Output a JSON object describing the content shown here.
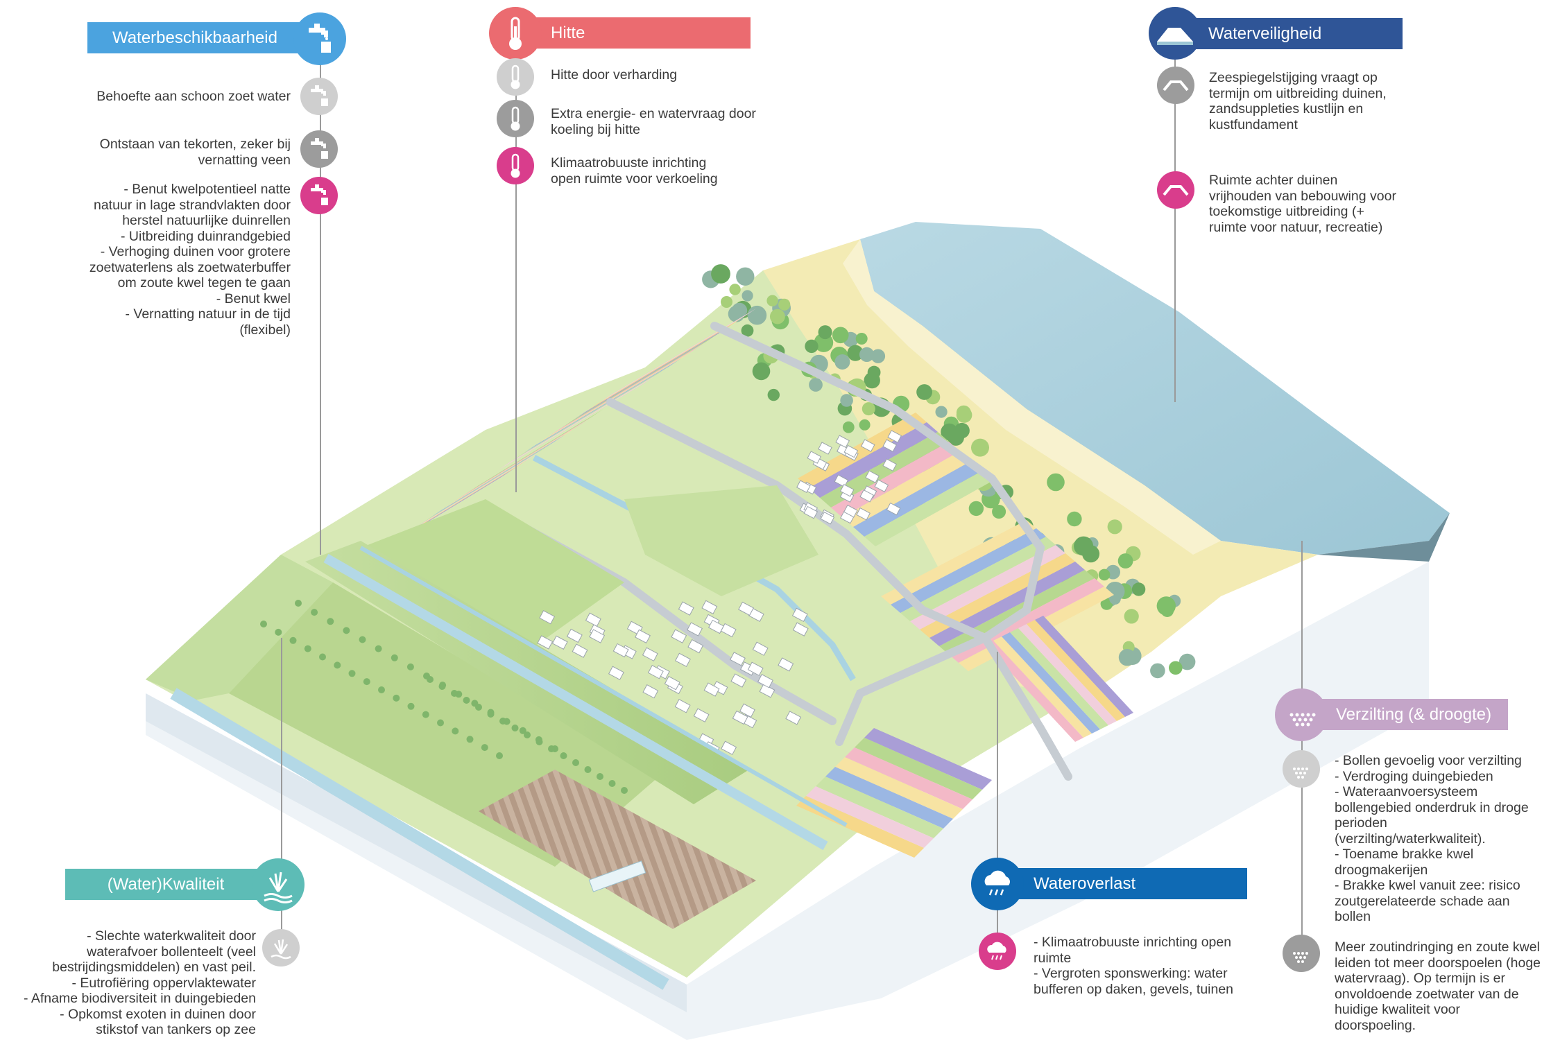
{
  "colors": {
    "waterbeschikbaarheid": "#4ba3df",
    "hitte": "#eb6b70",
    "waterveiligheid": "#2f5597",
    "kwaliteit": "#5dbcb6",
    "verzilting": "#c4a5c8",
    "wateroverlast": "#0f6ab4",
    "grey_light": "#cfcfcf",
    "grey_dark": "#9c9c9c",
    "magenta": "#d93d8c",
    "sea": "#a9cfdc",
    "dune": "#f3ebb4",
    "grass": "#c9df9f"
  },
  "waterbeschikbaarheid": {
    "title": "Waterbeschikbaarheid",
    "icon": "tap-icon",
    "items": [
      {
        "icon_color": "grey_light",
        "text": [
          "Behoefte aan schoon zoet water"
        ]
      },
      {
        "icon_color": "grey_dark",
        "text": [
          "Ontstaan van tekorten, zeker bij",
          "vernatting veen"
        ]
      },
      {
        "icon_color": "magenta",
        "text": [
          "- Benut kwelpotentieel natte",
          "natuur in lage strandvlakten door",
          "herstel natuurlijke duinrellen",
          "- Uitbreiding duinrandgebied",
          "- Verhoging duinen voor grotere",
          "zoetwaterlens als zoetwaterbuffer",
          "om zoute kwel tegen te gaan",
          "- Benut kwel",
          "- Vernatting natuur in de tijd",
          "(flexibel)"
        ]
      }
    ]
  },
  "hitte": {
    "title": "Hitte",
    "icon": "thermometer-icon",
    "items": [
      {
        "icon_color": "grey_light",
        "text": [
          "Hitte door verharding"
        ]
      },
      {
        "icon_color": "grey_dark",
        "text": [
          "Extra energie- en watervraag door",
          "koeling bij hitte"
        ]
      },
      {
        "icon_color": "magenta",
        "text": [
          "Klimaatrobuuste inrichting",
          "open ruimte voor verkoeling"
        ]
      }
    ]
  },
  "waterveiligheid": {
    "title": "Waterveiligheid",
    "icon": "dune-icon",
    "items": [
      {
        "icon_color": "grey_dark",
        "text": [
          "Zeespiegelstijging vraagt op",
          "termijn om uitbreiding duinen,",
          "zandsuppleties kustlijn en",
          "kustfundament"
        ]
      },
      {
        "icon_color": "magenta",
        "text": [
          "Ruimte achter duinen",
          "vrijhouden van bebouwing voor",
          "toekomstige uitbreiding (+",
          "ruimte voor natuur, recreatie)"
        ]
      }
    ]
  },
  "kwaliteit": {
    "title": "(Water)Kwaliteit",
    "icon": "reed-icon",
    "items": [
      {
        "icon_color": "grey_light",
        "text": [
          "- Slechte waterkwaliteit door",
          "waterafvoer bollenteelt (veel",
          "bestrijdingsmiddelen) en vast peil.",
          "- Eutrofiëring oppervlaktewater",
          "- Afname biodiversiteit in duingebieden",
          "- Opkomst exoten in duinen door",
          "stikstof van tankers op zee"
        ]
      }
    ]
  },
  "verzilting": {
    "title": "Verzilting (& droogte)",
    "icon": "salt-icon",
    "items": [
      {
        "icon_color": "grey_light",
        "text": [
          "- Bollen gevoelig voor verzilting",
          "- Verdroging duingebieden",
          "- Wateraanvoersysteem",
          "bollengebied onderdruk in droge",
          "perioden",
          "(verzilting/waterkwaliteit).",
          "- Toename brakke kwel",
          "droogmakerijen",
          "- Brakke kwel vanuit zee: risico",
          "zoutgerelateerde schade aan",
          "bollen"
        ]
      },
      {
        "icon_color": "grey_dark",
        "text": [
          "Meer zoutindringing en zoute kwel",
          "leiden tot meer doorspoelen (hoge",
          "watervraag). Op termijn is er",
          "onvoldoende zoetwater van de",
          "huidige kwaliteit voor",
          "doorspoeling."
        ]
      }
    ]
  },
  "wateroverlast": {
    "title": "Wateroverlast",
    "icon": "rain-cloud-icon",
    "items": [
      {
        "icon_color": "magenta",
        "text": [
          "- Klimaatrobuuste inrichting open",
          "ruimte",
          "- Vergroten sponswerking: water",
          "bufferen op daken, gevels, tuinen"
        ]
      }
    ]
  }
}
